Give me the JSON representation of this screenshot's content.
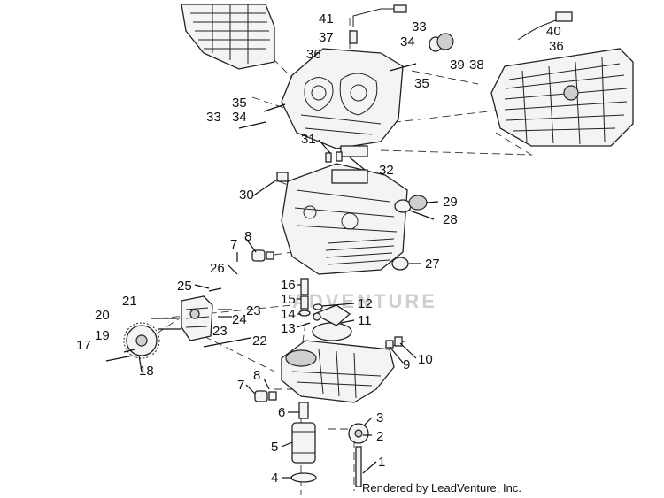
{
  "watermark": "ADVENTURE",
  "credit": "Rendered by LeadVenture, Inc.",
  "labels": [
    "1",
    "2",
    "3",
    "4",
    "5",
    "6",
    "7",
    "8",
    "9",
    "10",
    "11",
    "12",
    "13",
    "14",
    "15",
    "16",
    "17",
    "18",
    "19",
    "20",
    "21",
    "22",
    "23",
    "24",
    "25",
    "26",
    "27",
    "28",
    "29",
    "30",
    "31",
    "32",
    "33",
    "34",
    "35",
    "36",
    "37",
    "38",
    "39",
    "40",
    "41",
    "7",
    "8",
    "23",
    "33",
    "34",
    "35",
    "36"
  ]
}
